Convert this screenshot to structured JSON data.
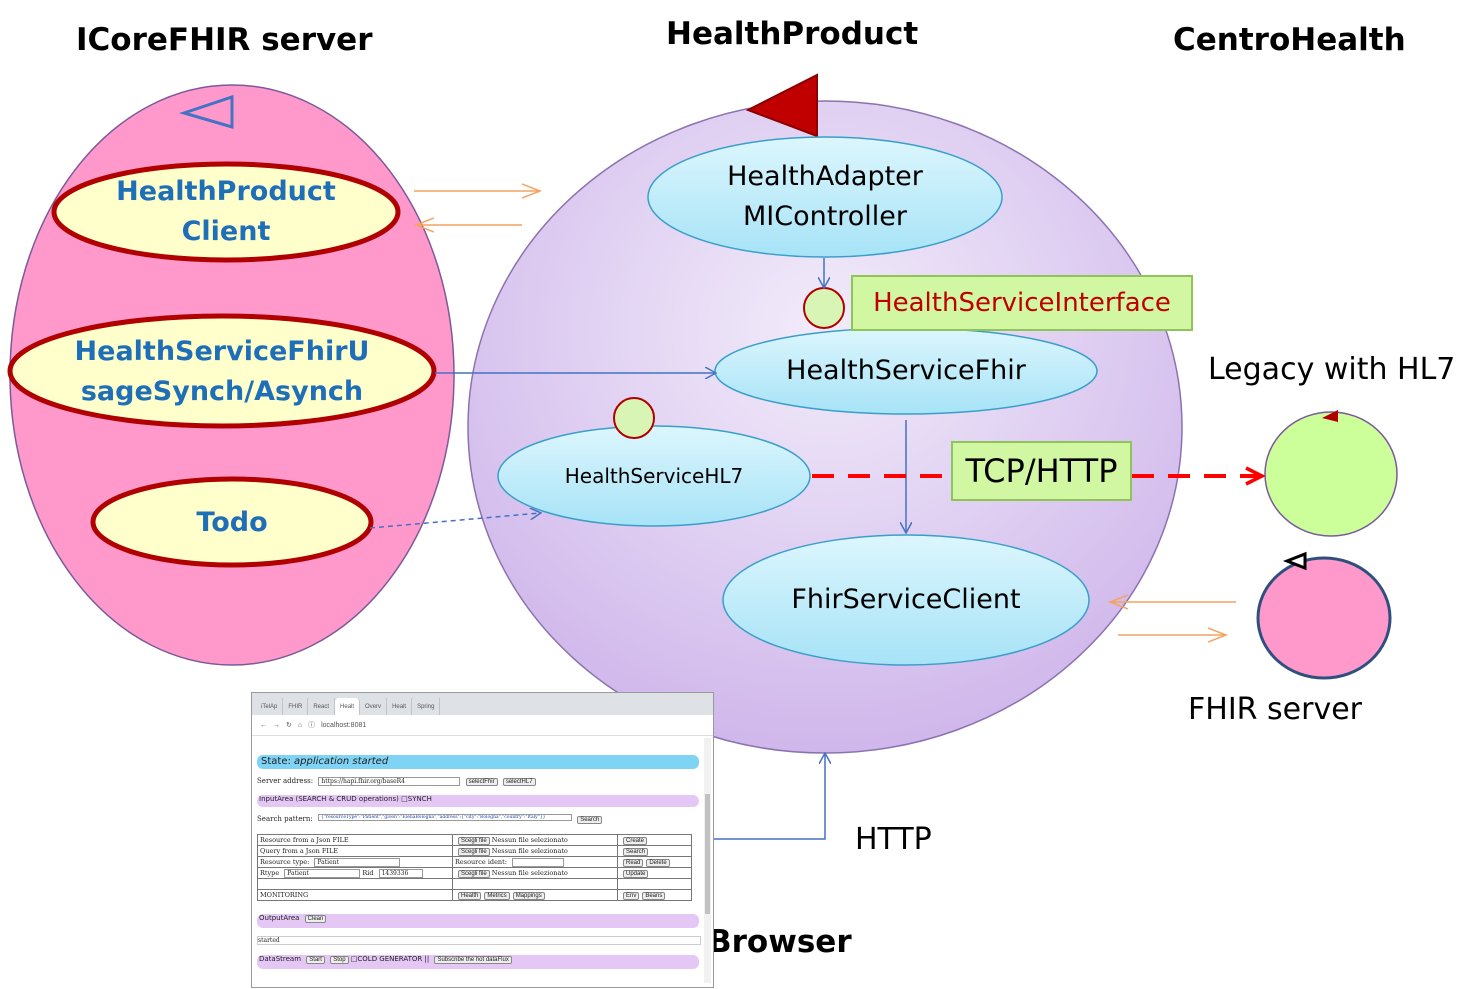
{
  "titles": {
    "icore": "ICoreFHIR server",
    "health_product": "HealthProduct",
    "centro": "CentroHealth",
    "legacy": "Legacy with HL7",
    "fhir_server": "FHIR server",
    "browser": "Browser"
  },
  "labels": {
    "http": "HTTP",
    "tcp_http": "TCP/HTTP",
    "interface": "HealthServiceInterface"
  },
  "client_components": {
    "health_product_client": [
      "HealthProduct",
      "Client"
    ],
    "usage_synch": [
      "HealthServiceFhirU",
      "sageSynch/Asynch"
    ],
    "todo": "Todo"
  },
  "product_components": {
    "adapter": [
      "HealthAdapter",
      "MIController"
    ],
    "service_fhir": "HealthServiceFhir",
    "service_hl7": "HealthServiceHL7",
    "fhir_client": "FhirServiceClient"
  },
  "colors": {
    "pink": "#ff99cc",
    "lavender": "#dccaf0",
    "cyan_oval": "#c4effc",
    "yellow_oval": "#ffffcc",
    "dark_red": "#b00000",
    "green_box": "#d2f7a3",
    "dashed_red": "#ff0000",
    "arrow_blue": "#4472c4",
    "arrow_orange": "#f4a460"
  },
  "browser": {
    "tabs": [
      "iTelAp",
      "FHIR",
      "React",
      "Healt",
      "Overv",
      "Healt",
      "Spring"
    ],
    "url": "localhost:8081",
    "state_label": "State:",
    "state_value": "application started",
    "server_label": "Server address:",
    "server_value": "https://hapi.fhir.org/baseR4",
    "btn_select_fhir": "selectFhir",
    "btn_select_hl7": "selectHL7",
    "input_area": "InputArea (SEARCH & CRUD operations)",
    "synch": "SYNCH",
    "search_label": "Search pattern:",
    "search_value": "{\"resourceType\":\"Patient\",\"given\":\"ElenaBologna\",\"address\":{\"city\":\"Bologna\",\"country\":\"Italy\"}}",
    "btn_search": "Search",
    "table": {
      "r1": [
        "Resource from a Json FILE",
        "Scegli file",
        "Nessun file selezionato",
        "Create"
      ],
      "r2": [
        "Query from a Json FILE",
        "Scegli file",
        "Nessun file selezionato",
        "Search"
      ],
      "r3": [
        "Resource type:",
        "Patient",
        "Resource ident:",
        "Read",
        "Delete"
      ],
      "r4": [
        "Rtype",
        "Patient",
        "Rid",
        "1439336",
        "Scegli file",
        "Nessun file selezionato",
        "Update"
      ],
      "r6": [
        "MONITORING",
        "Health",
        "Metrics",
        "Mappings",
        "Env",
        "Beans"
      ]
    },
    "output_area": "OutputArea",
    "btn_clean": "Clean",
    "output_text": "started",
    "datastream": "DataStream",
    "btn_start": "Start",
    "btn_stop": "Stop",
    "cold_gen": "COLD GENERATOR ||",
    "btn_subscribe": "Subscribe the hot dataFlux"
  }
}
